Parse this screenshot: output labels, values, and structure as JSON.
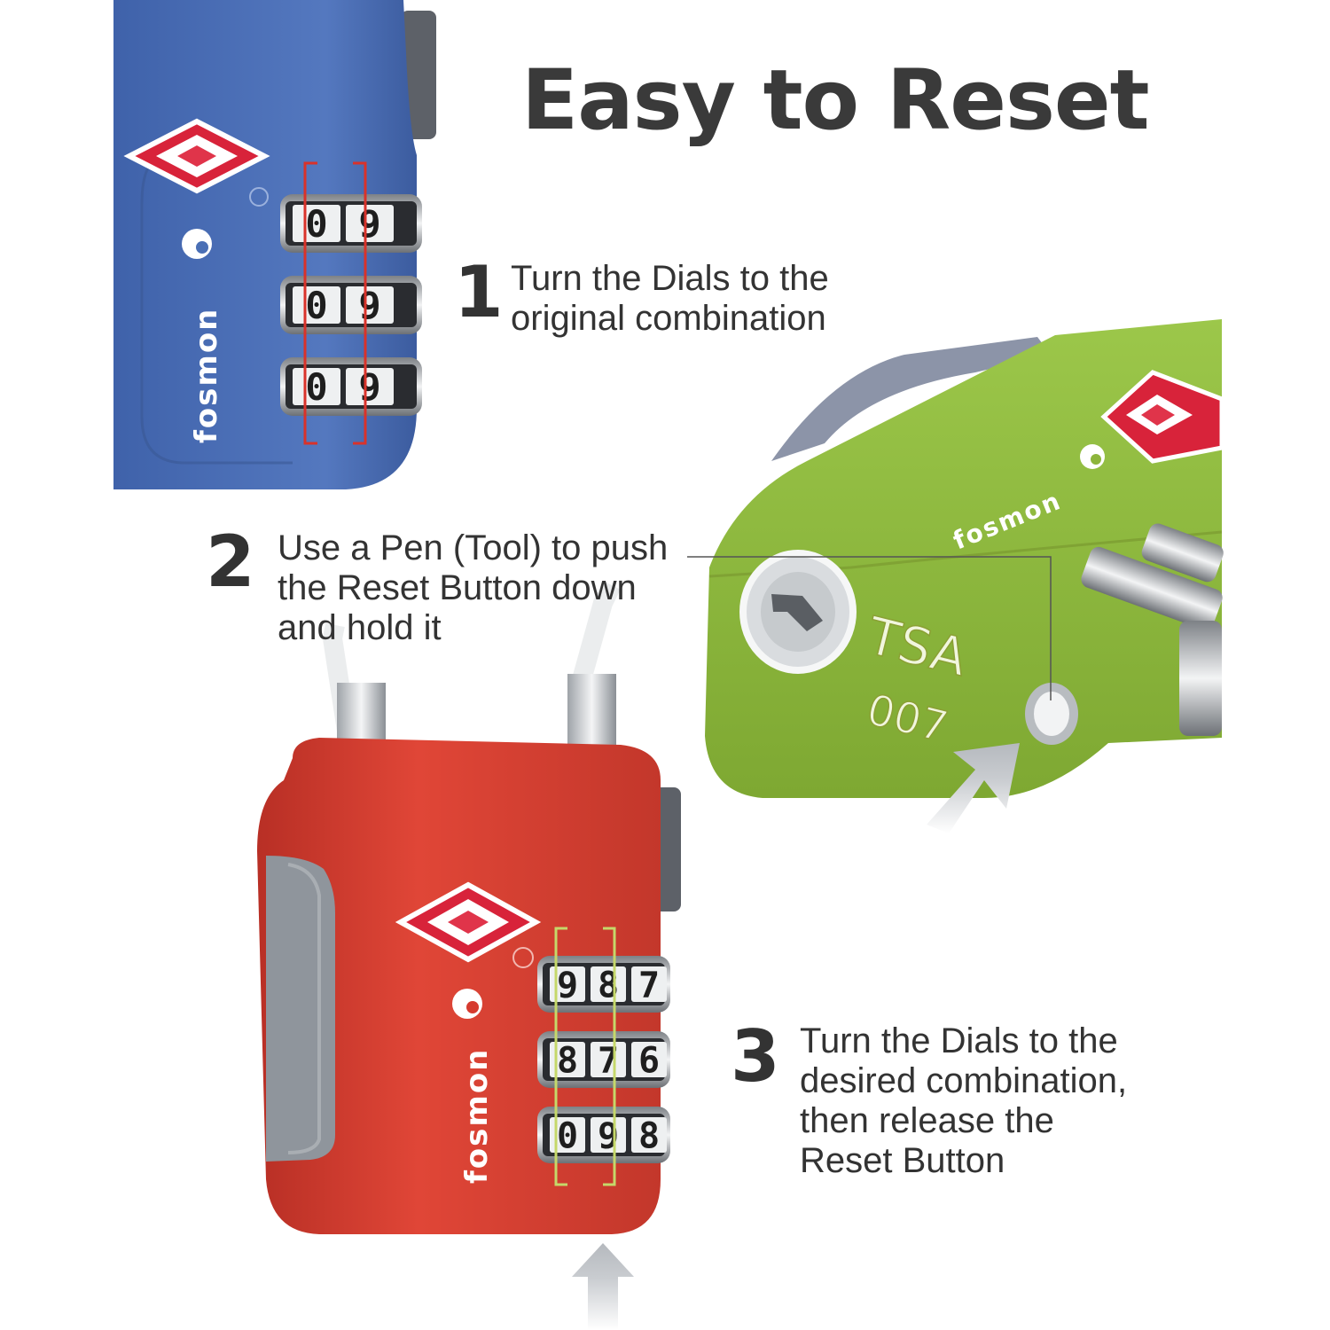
{
  "title": "Easy to Reset",
  "steps": [
    {
      "number": "1",
      "lines": [
        "Turn the Dials to the",
        "original combination"
      ]
    },
    {
      "number": "2",
      "lines": [
        "Use a Pen (Tool) to push",
        "the Reset Button down",
        "and hold it"
      ]
    },
    {
      "number": "3",
      "lines": [
        "Turn the Dials to the",
        "desired combination,",
        "then release the",
        "Reset Button"
      ]
    }
  ],
  "locks": {
    "blue": {
      "brand": "fosmon",
      "dials": [
        [
          "0",
          "9"
        ],
        [
          "0",
          "9"
        ],
        [
          "0",
          "9"
        ]
      ]
    },
    "green": {
      "brand": "fosmon",
      "engraving_top": "TSA",
      "engraving_bottom": "007"
    },
    "red": {
      "brand": "fosmon",
      "dials": [
        [
          "9",
          "8",
          "7"
        ],
        [
          "8",
          "7",
          "6"
        ],
        [
          "0",
          "9",
          "8"
        ]
      ]
    }
  },
  "colors": {
    "blue_lock": "#4a6fb5",
    "green_lock": "#8db53c",
    "red_lock": "#d63b2f",
    "highlight_step1": "#d9322a",
    "highlight_step3": "#c5d86a",
    "tsa_logo": "#d8233a",
    "text": "#333333",
    "arrow": "#c8cbcf"
  }
}
